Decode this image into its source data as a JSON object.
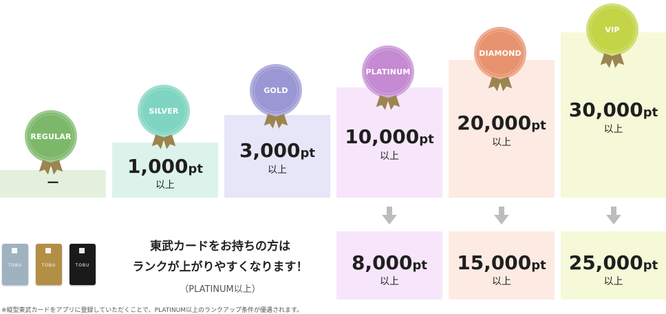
{
  "tiers": [
    {
      "name": "REGULAR",
      "points": "ー",
      "unit": "",
      "suffix": "",
      "badge_color": "#7db86a",
      "bar_color": "#e3f1dc"
    },
    {
      "name": "SILVER",
      "points": "1,000",
      "unit": "pt",
      "suffix": "以上",
      "badge_color": "#7fd5c1",
      "bar_color": "#dcf3ec"
    },
    {
      "name": "GOLD",
      "points": "3,000",
      "unit": "pt",
      "suffix": "以上",
      "badge_color": "#9b97d4",
      "bar_color": "#e6e6f8"
    },
    {
      "name": "PLATINUM",
      "points": "10,000",
      "unit": "pt",
      "suffix": "以上",
      "badge_color": "#c58ad2",
      "bar_color": "#f7e6fb"
    },
    {
      "name": "DIAMOND",
      "points": "20,000",
      "unit": "pt",
      "suffix": "以上",
      "badge_color": "#e8936f",
      "bar_color": "#fdebe3"
    },
    {
      "name": "VIP",
      "points": "30,000",
      "unit": "pt",
      "suffix": "以上",
      "badge_color": "#c3d447",
      "bar_color": "#f5f9d8"
    }
  ],
  "reduced": [
    {
      "points": "8,000",
      "unit": "pt",
      "suffix": "以上"
    },
    {
      "points": "15,000",
      "unit": "pt",
      "suffix": "以上"
    },
    {
      "points": "25,000",
      "unit": "pt",
      "suffix": "以上"
    }
  ],
  "message": {
    "line1": "東武カードをお持ちの方は",
    "line2": "ランクが上がりやすくなります！",
    "sub": "（PLATINUM以上）"
  },
  "cards": [
    {
      "brand": "TOBU",
      "color": "#9fb2c0"
    },
    {
      "brand": "TOBU",
      "color": "#b38f45"
    },
    {
      "brand": "TOBU",
      "color": "#1a1a1a"
    }
  ],
  "footnote": "※縦型東武カードをアプリに登録していただくことで、PLATINUM以上のランクアップ条件が優遇されます。"
}
